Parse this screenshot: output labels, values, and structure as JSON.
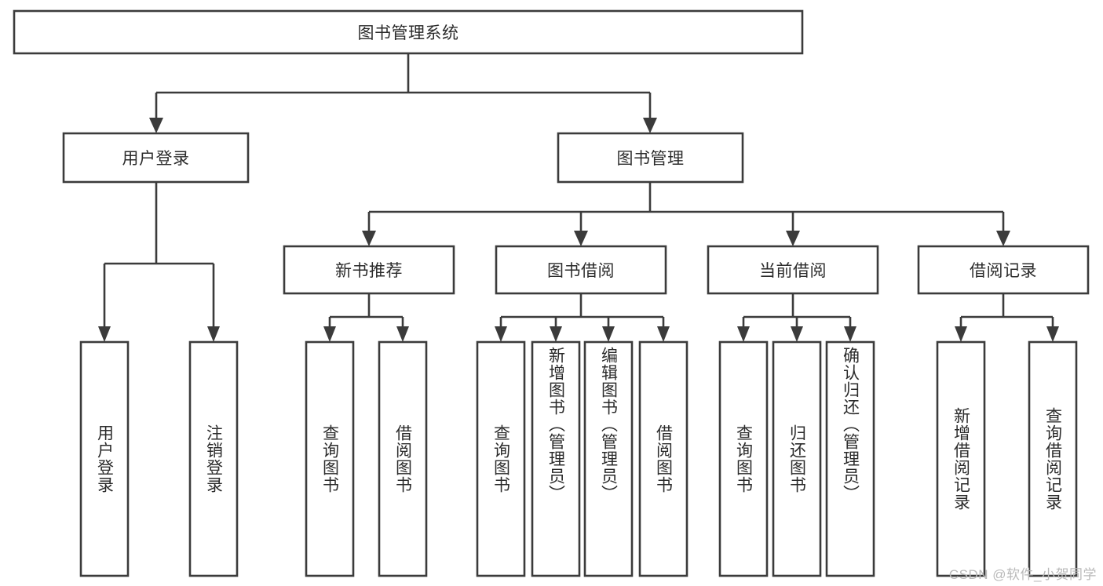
{
  "diagram": {
    "type": "tree",
    "title": "图书管理系统",
    "watermark": "CSDN @软件_小贺同学",
    "colors": {
      "stroke": "#3b3b3b",
      "fill": "#ffffff",
      "text": "#2b2b2b",
      "watermark": "#b9b9b9",
      "background": "#ffffff"
    },
    "nodes": {
      "root": {
        "label": "图书管理系统",
        "orientation": "horizontal",
        "level": 0
      },
      "n_user_login": {
        "label": "用户登录",
        "orientation": "horizontal",
        "level": 1
      },
      "n_book_mgmt": {
        "label": "图书管理",
        "orientation": "horizontal",
        "level": 1
      },
      "n_new_book_rec": {
        "label": "新书推荐",
        "orientation": "horizontal",
        "level": 2
      },
      "n_book_borrow": {
        "label": "图书借阅",
        "orientation": "horizontal",
        "level": 2
      },
      "n_current_borrow": {
        "label": "当前借阅",
        "orientation": "horizontal",
        "level": 2
      },
      "n_borrow_record": {
        "label": "借阅记录",
        "orientation": "horizontal",
        "level": 2
      },
      "l_user_login": {
        "label": "用户登录",
        "orientation": "vertical",
        "level": 3
      },
      "l_user_logout": {
        "label": "注销登录",
        "orientation": "vertical",
        "level": 3
      },
      "l_rec_query": {
        "label": "查询图书",
        "orientation": "vertical",
        "level": 3
      },
      "l_rec_borrow": {
        "label": "借阅图书",
        "orientation": "vertical",
        "level": 3
      },
      "l_borrow_query": {
        "label": "查询图书",
        "orientation": "vertical",
        "level": 3
      },
      "l_borrow_add": {
        "label": "新增图书（管理员）",
        "orientation": "vertical",
        "level": 3
      },
      "l_borrow_edit": {
        "label": "编辑图书（管理员）",
        "orientation": "vertical",
        "level": 3
      },
      "l_borrow_do": {
        "label": "借阅图书",
        "orientation": "vertical",
        "level": 3
      },
      "l_cur_query": {
        "label": "查询图书",
        "orientation": "vertical",
        "level": 3
      },
      "l_cur_return": {
        "label": "归还图书",
        "orientation": "vertical",
        "level": 3
      },
      "l_cur_confirm": {
        "label": "确认归还（管理员）",
        "orientation": "vertical",
        "level": 3
      },
      "l_rec_add": {
        "label": "新增借阅记录",
        "orientation": "vertical",
        "level": 3
      },
      "l_rec_query2": {
        "label": "查询借阅记录",
        "orientation": "vertical",
        "level": 3
      }
    },
    "hierarchy": [
      {
        "parent": "root",
        "children": [
          "n_user_login",
          "n_book_mgmt"
        ]
      },
      {
        "parent": "n_user_login",
        "children": [
          "l_user_login",
          "l_user_logout"
        ]
      },
      {
        "parent": "n_book_mgmt",
        "children": [
          "n_new_book_rec",
          "n_book_borrow",
          "n_current_borrow",
          "n_borrow_record"
        ]
      },
      {
        "parent": "n_new_book_rec",
        "children": [
          "l_rec_query",
          "l_rec_borrow"
        ]
      },
      {
        "parent": "n_book_borrow",
        "children": [
          "l_borrow_query",
          "l_borrow_add",
          "l_borrow_edit",
          "l_borrow_do"
        ]
      },
      {
        "parent": "n_current_borrow",
        "children": [
          "l_cur_query",
          "l_cur_return",
          "l_cur_confirm"
        ]
      },
      {
        "parent": "n_borrow_record",
        "children": [
          "l_rec_add",
          "l_rec_query2"
        ]
      }
    ]
  }
}
